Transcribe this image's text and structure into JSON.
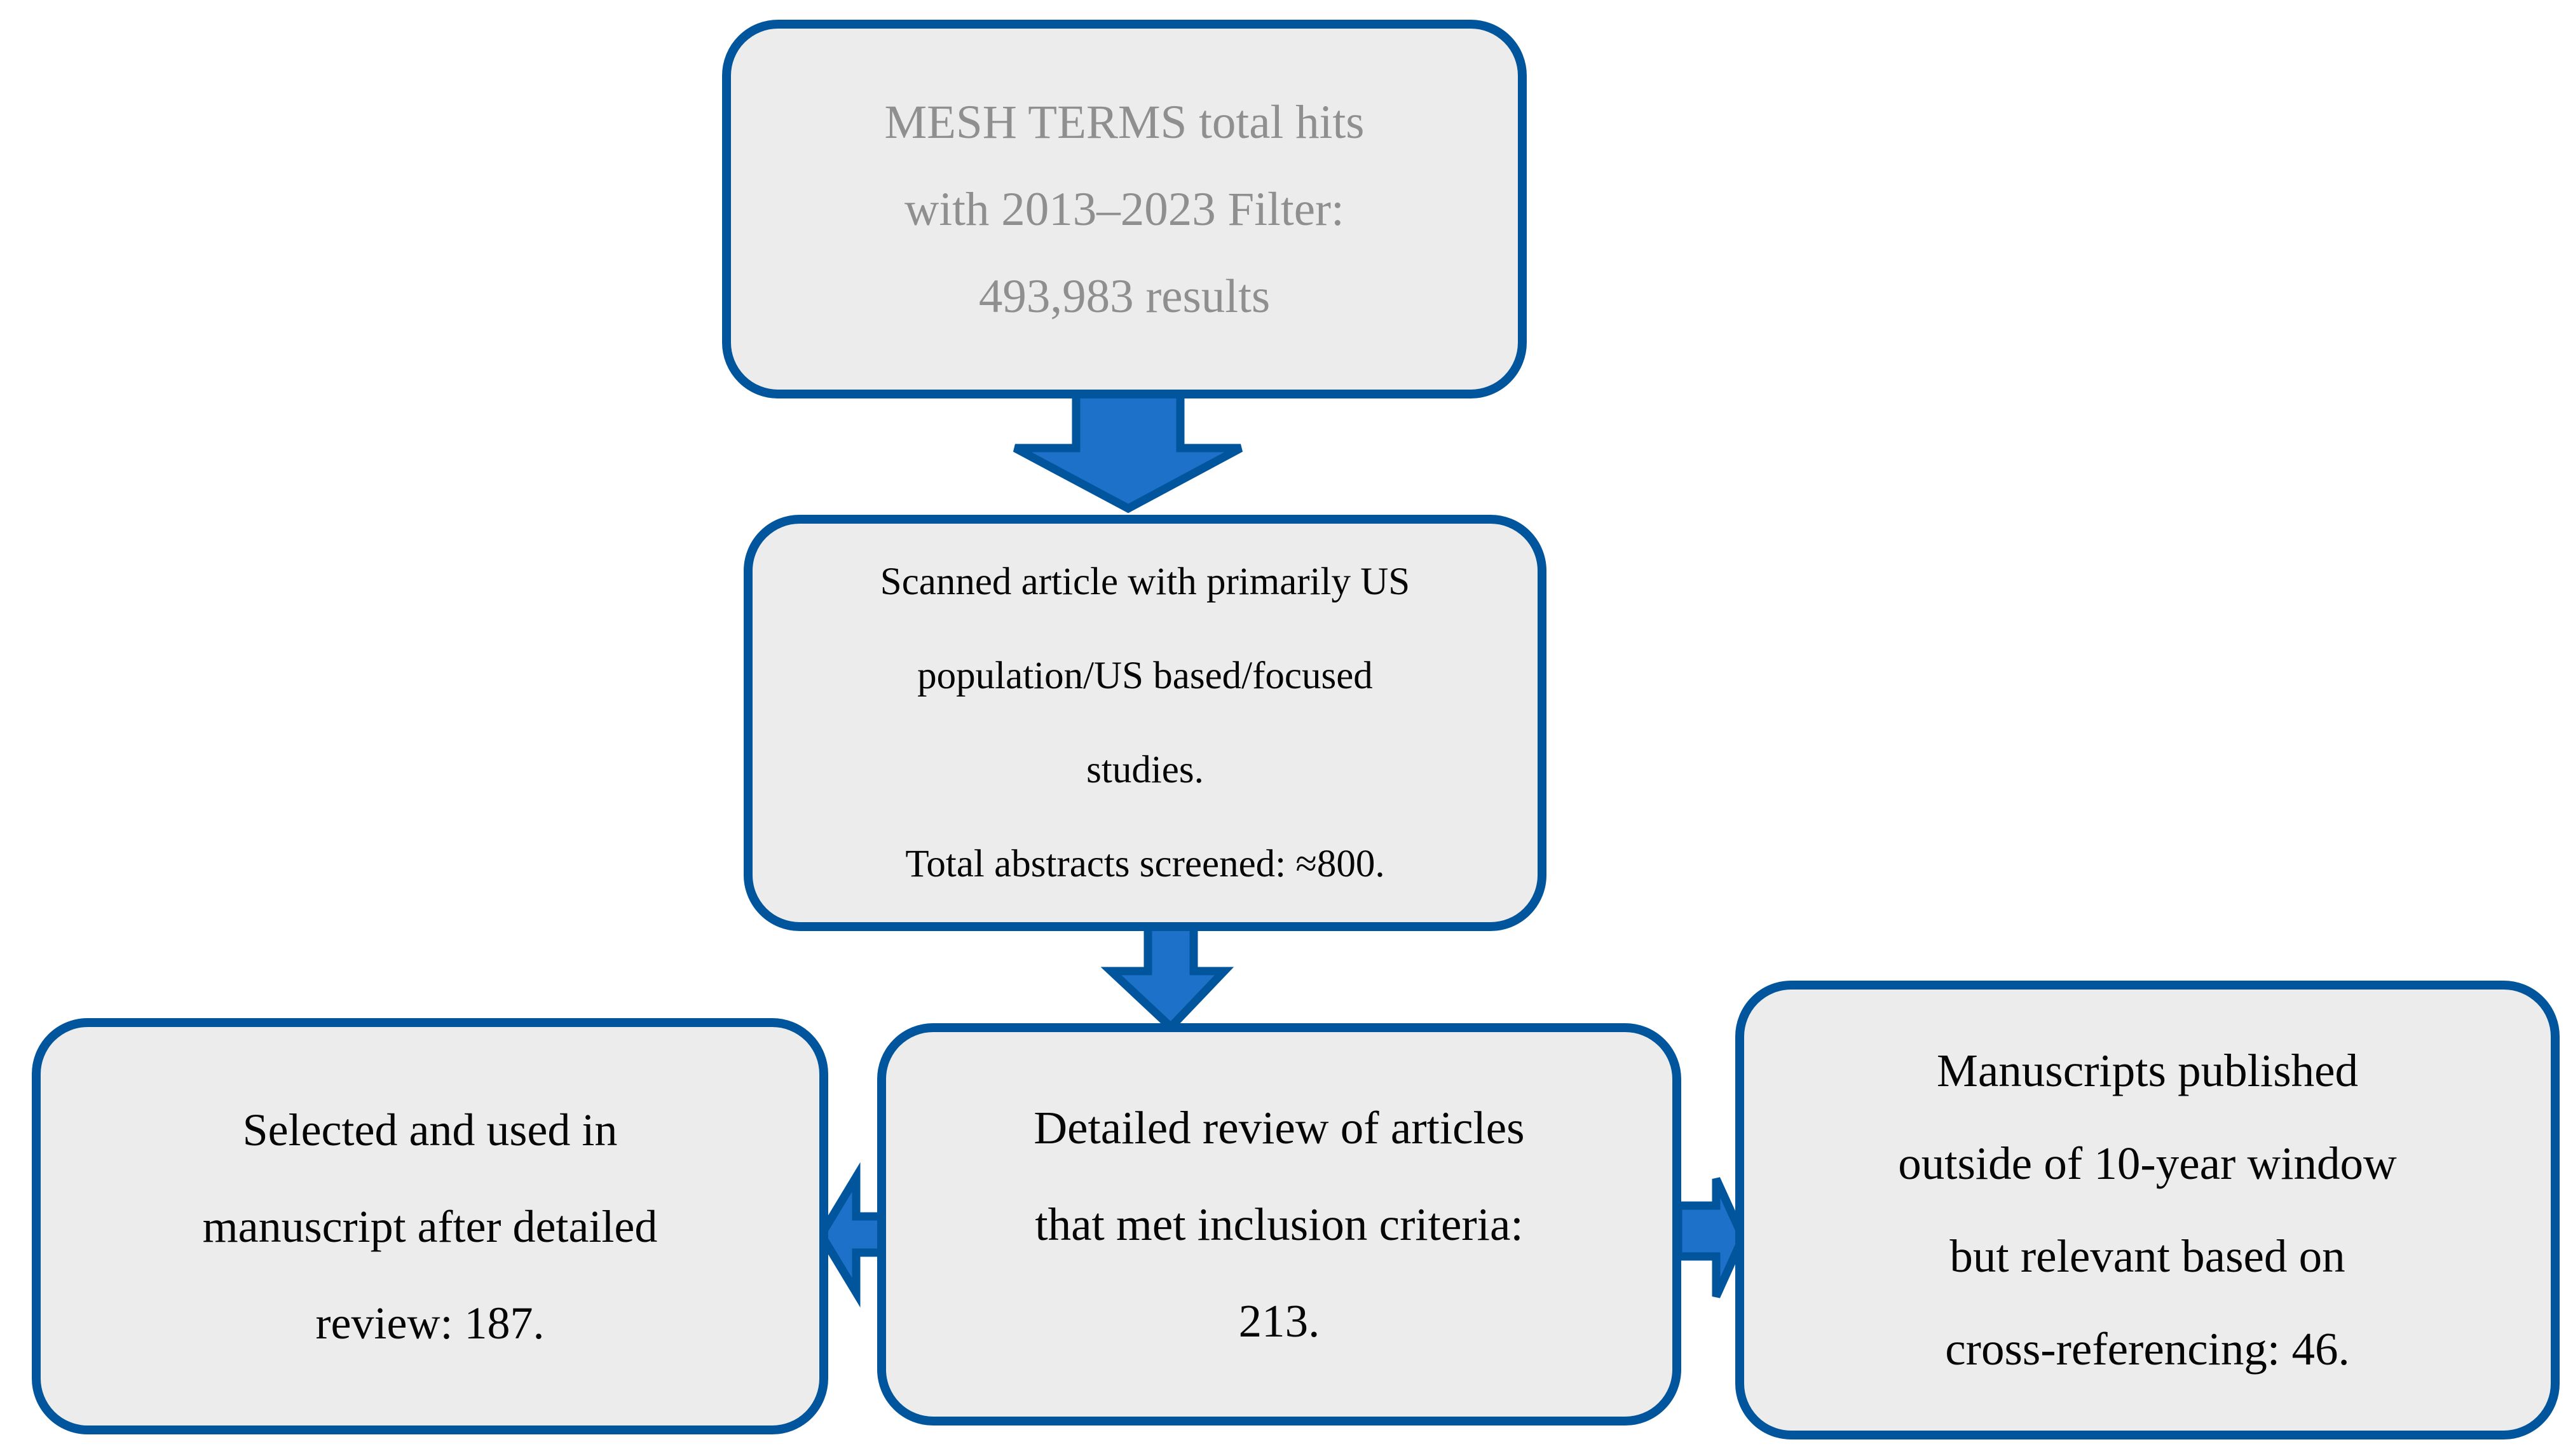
{
  "figure": {
    "type": "flowchart",
    "colors": {
      "box_border": "#00559c",
      "box_fill": "#ececec",
      "arrow_fill": "#1e71c8",
      "arrow_outline": "#00559c",
      "muted_text": "#8f8f8f",
      "text": "#060606",
      "background": "#ffffff"
    },
    "nodes": [
      {
        "id": "mesh-terms",
        "lines": [
          "MESH TERMS total hits",
          "with 2013–2023 Filter:",
          "493,983 results"
        ]
      },
      {
        "id": "scanned",
        "lines": [
          "Scanned article with primarily US",
          "population/US based/focused",
          "studies.",
          "Total abstracts screened: ≈800."
        ]
      },
      {
        "id": "selected",
        "lines": [
          "Selected and used in",
          "manuscript after detailed",
          "review: 187."
        ]
      },
      {
        "id": "detailed-review",
        "lines": [
          "Detailed review of articles",
          "that met inclusion criteria:",
          "213."
        ]
      },
      {
        "id": "outside-window",
        "lines": [
          "Manuscripts published",
          "outside of 10-year window",
          "but relevant based on",
          "cross-referencing: 46."
        ]
      }
    ],
    "arrows": [
      {
        "id": "down-arrow-1",
        "from": "mesh-terms",
        "to": "scanned",
        "direction": "down"
      },
      {
        "id": "down-arrow-2",
        "from": "scanned",
        "to": "detailed-review",
        "direction": "down"
      },
      {
        "id": "left-arrow",
        "from": "detailed-review",
        "to": "selected",
        "direction": "left"
      },
      {
        "id": "right-arrow",
        "from": "detailed-review",
        "to": "outside-window",
        "direction": "right"
      }
    ]
  }
}
